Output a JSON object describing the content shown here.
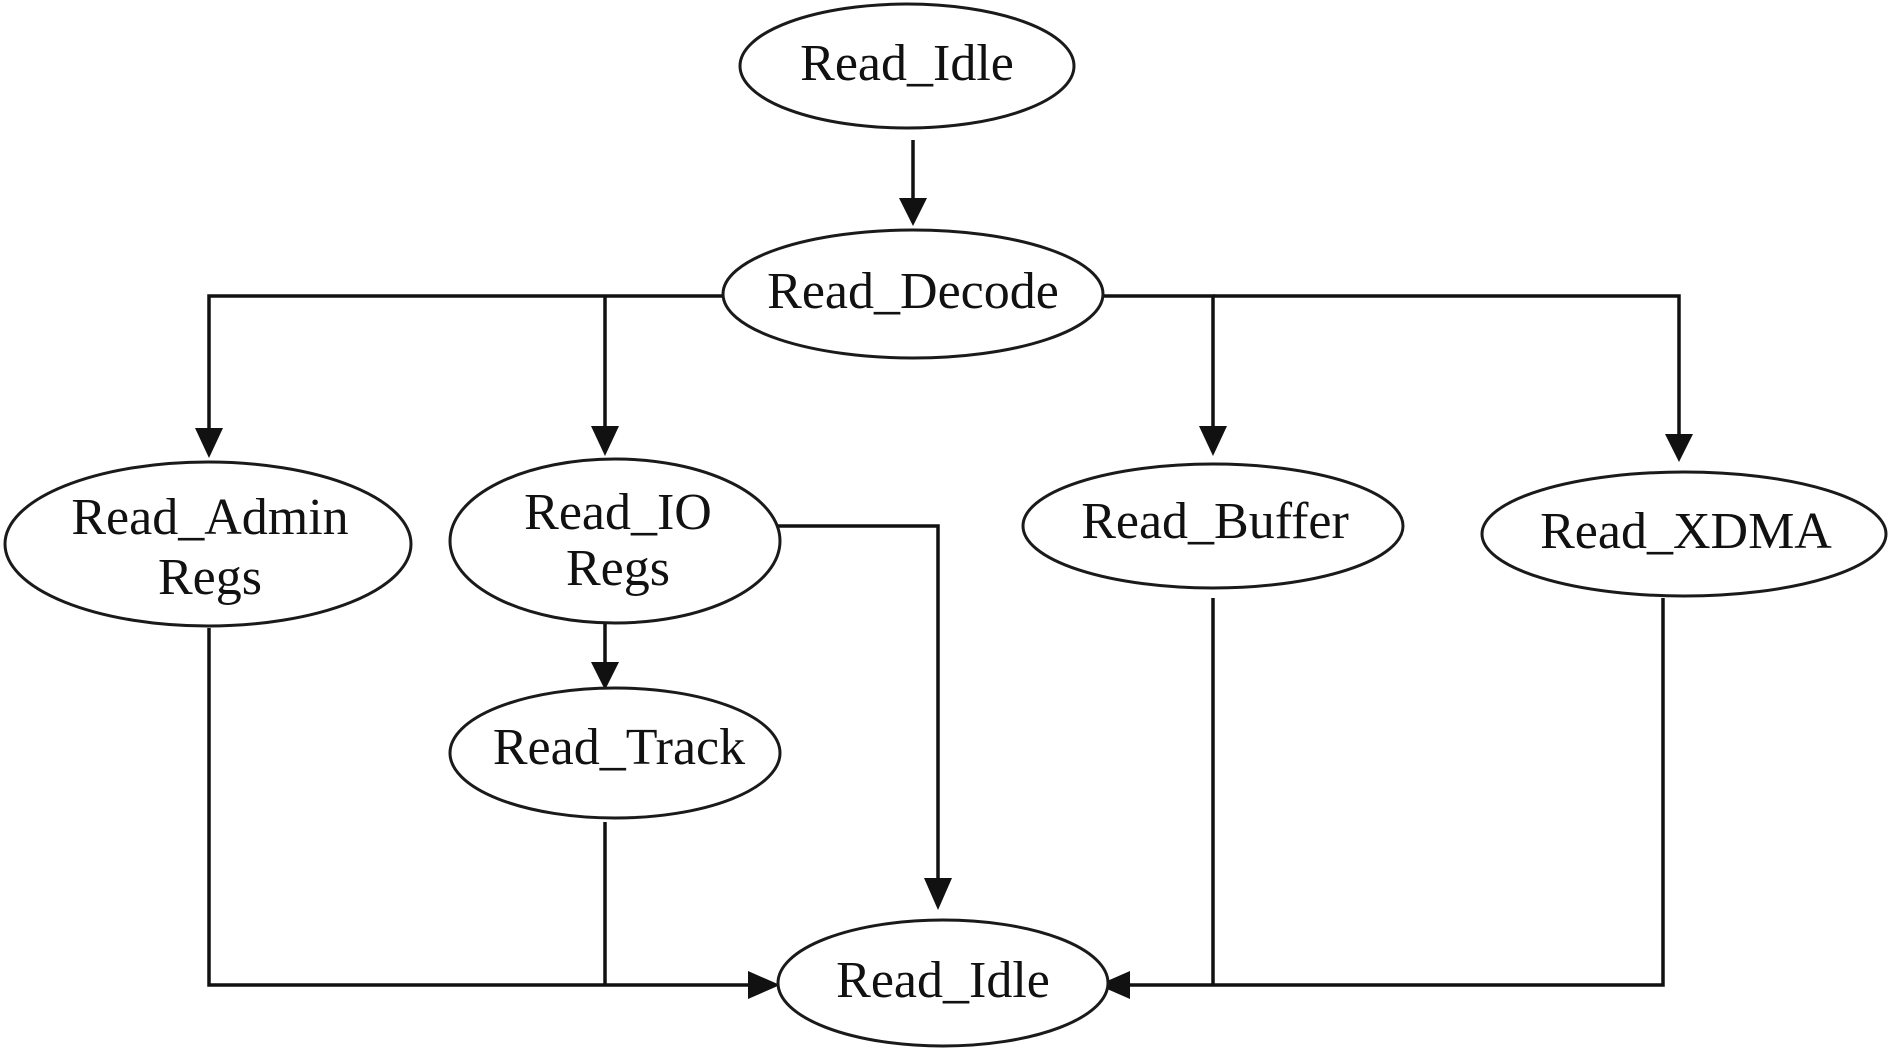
{
  "nodes": {
    "read_idle_top": {
      "lines": [
        "Read_Idle"
      ]
    },
    "read_decode": {
      "lines": [
        "Read_Decode"
      ]
    },
    "read_admin_regs": {
      "lines": [
        "Read_Admin",
        "Regs"
      ]
    },
    "read_io_regs": {
      "lines": [
        "Read_IO",
        "Regs"
      ]
    },
    "read_buffer": {
      "lines": [
        "Read_Buffer"
      ]
    },
    "read_xdma": {
      "lines": [
        "Read_XDMA"
      ]
    },
    "read_track": {
      "lines": [
        "Read_Track"
      ]
    },
    "read_idle_bottom": {
      "lines": [
        "Read_Idle"
      ]
    }
  },
  "edges": [
    {
      "from": "read_idle_top",
      "to": "read_decode"
    },
    {
      "from": "read_decode",
      "to": "read_admin_regs"
    },
    {
      "from": "read_decode",
      "to": "read_io_regs"
    },
    {
      "from": "read_decode",
      "to": "read_buffer"
    },
    {
      "from": "read_decode",
      "to": "read_xdma"
    },
    {
      "from": "read_io_regs",
      "to": "read_track"
    },
    {
      "from": "read_io_regs",
      "to": "read_idle_bottom"
    },
    {
      "from": "read_admin_regs",
      "to": "read_idle_bottom"
    },
    {
      "from": "read_track",
      "to": "read_idle_bottom"
    },
    {
      "from": "read_buffer",
      "to": "read_idle_bottom"
    },
    {
      "from": "read_xdma",
      "to": "read_idle_bottom"
    }
  ],
  "colors": {
    "stroke": "#111111",
    "background": "#ffffff"
  }
}
